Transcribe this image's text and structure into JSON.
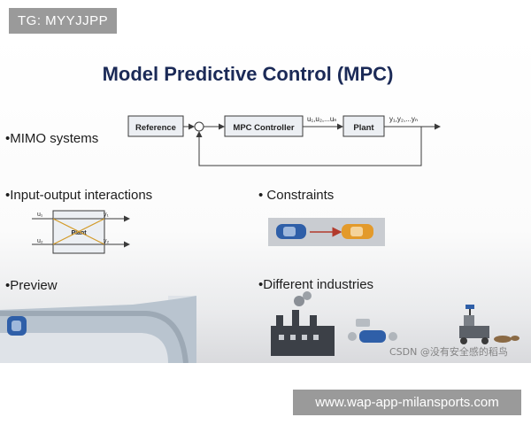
{
  "top_tag": "TG: MYYJJPP",
  "bottom_tag": "www.wap-app-milansports.com",
  "watermark": "CSDN @没有安全感的稻鸟",
  "slide": {
    "title": "Model Predictive Control (MPC)",
    "bullets": {
      "mimo": "•MIMO systems",
      "io": "•Input-output interactions",
      "constraints": "• Constraints",
      "preview": "•Preview",
      "industries": "•Different industries"
    },
    "loop": {
      "reference": "Reference",
      "controller": "MPC Controller",
      "plant": "Plant",
      "inputs": "u₁,u₂,...uₙ",
      "outputs": "y₁,y₂,...yₙ"
    },
    "io_diagram": {
      "plant": "Plant",
      "u1": "u₁",
      "u2": "u₂",
      "y1": "y₁",
      "y2": "y₂"
    }
  },
  "colors": {
    "title": "#1b2a57",
    "box_fill": "#eceff3",
    "line": "#3a3a3a",
    "car_blue": "#2f5fa8",
    "car_orange": "#e39a2b",
    "arrow_red": "#b23a2c"
  }
}
